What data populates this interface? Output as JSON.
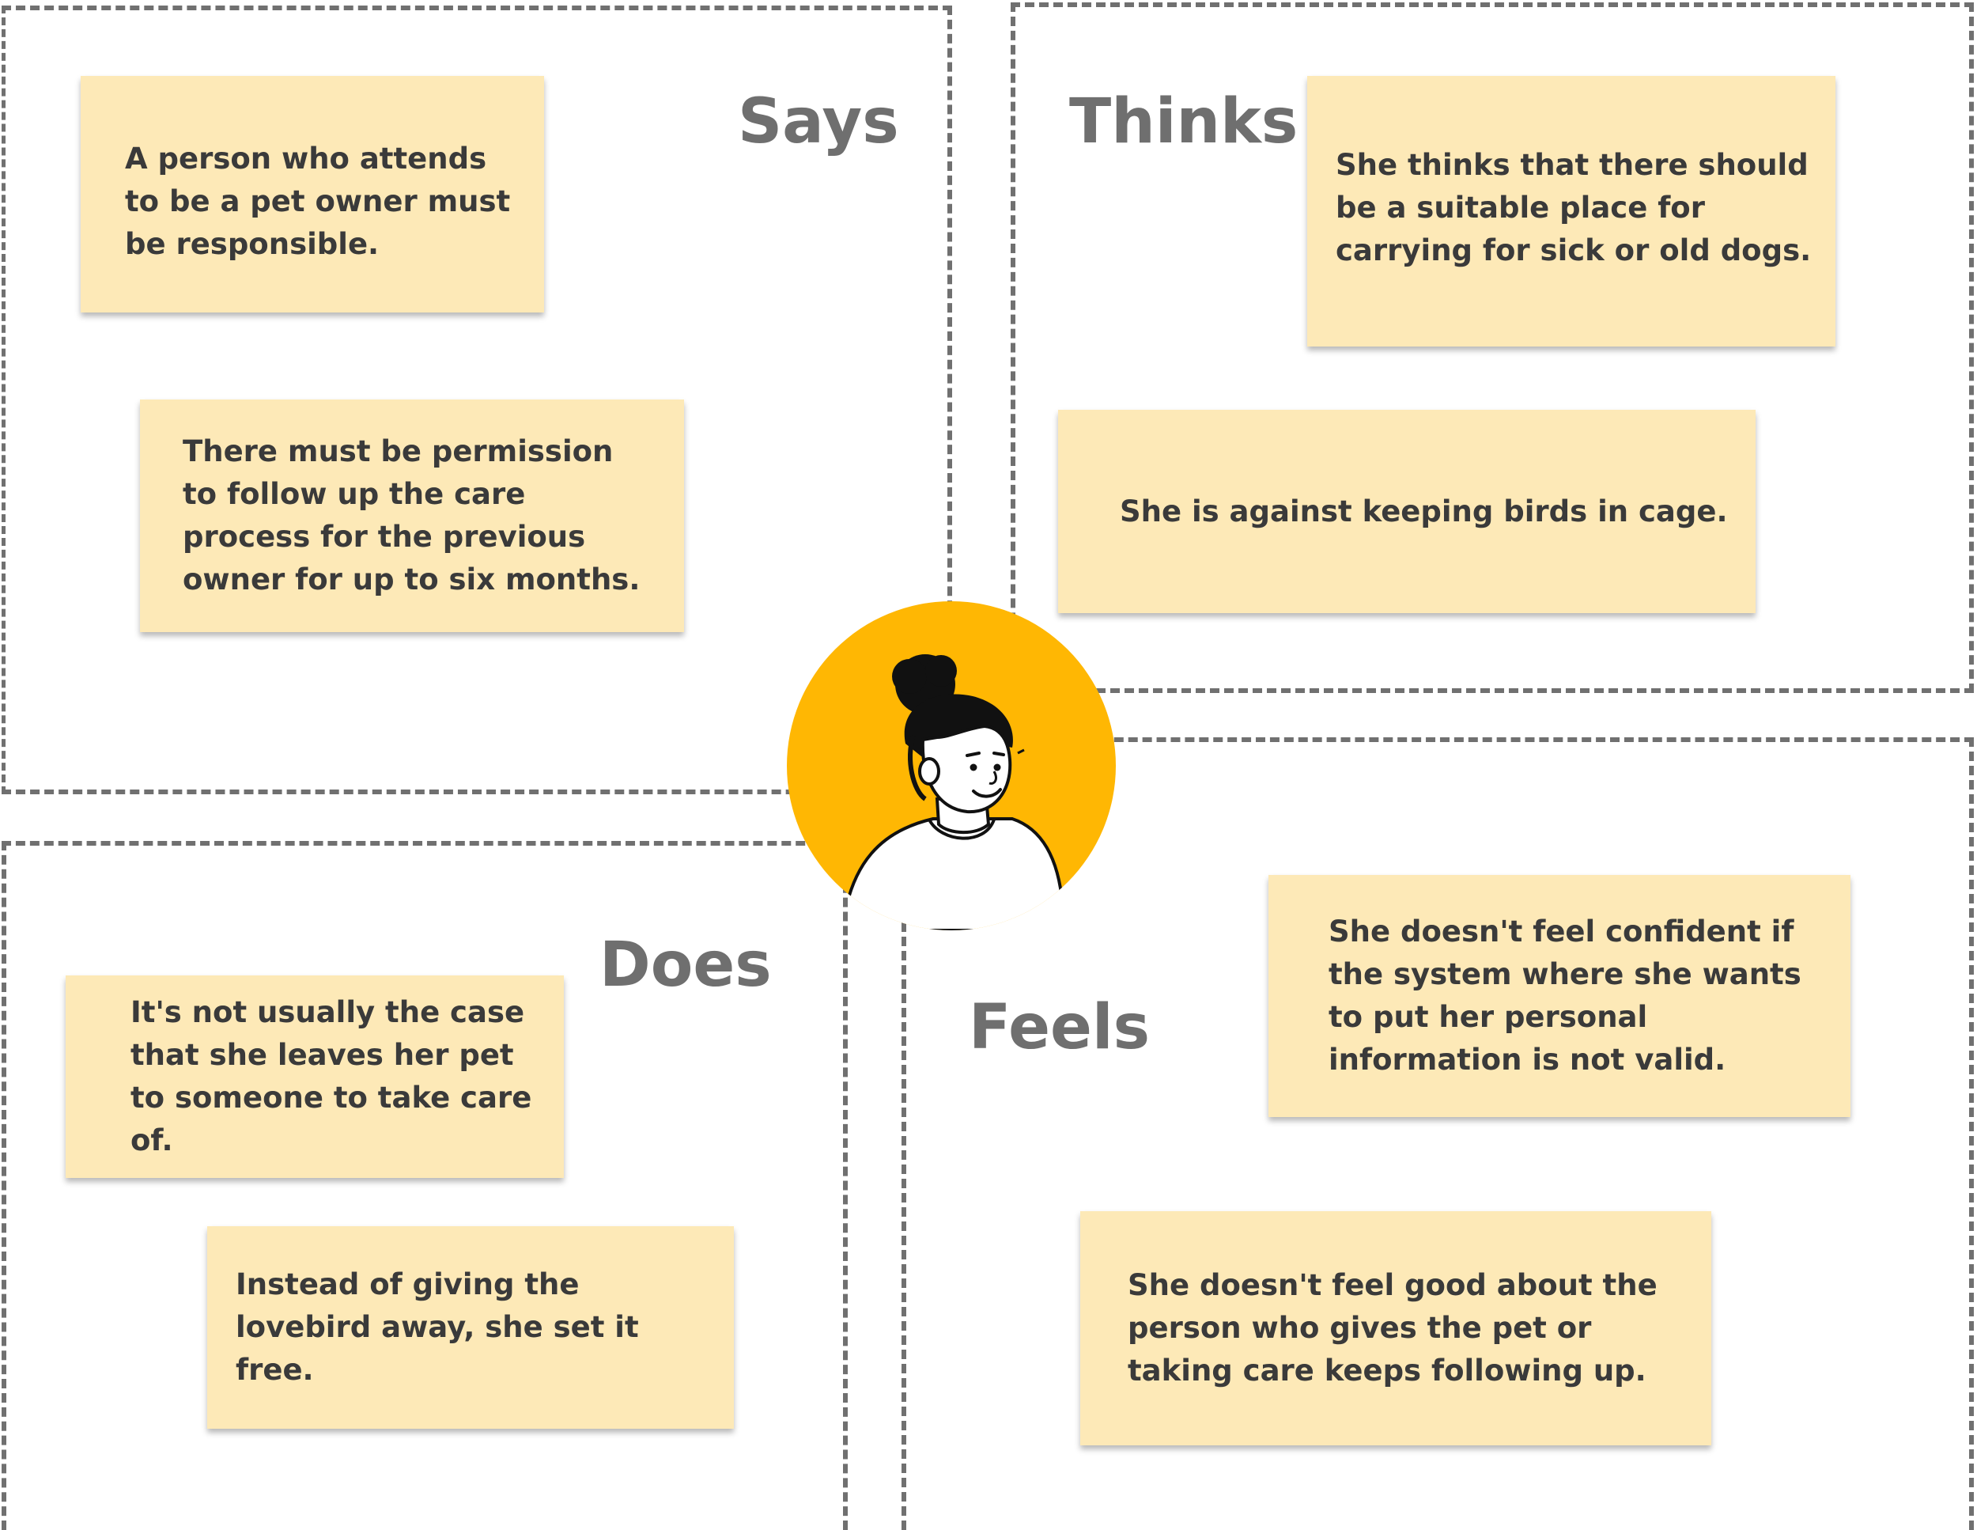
{
  "quadrants": {
    "says": {
      "title": "Says",
      "notes": [
        "A person who attends to be a pet owner must be responsible.",
        "There must be permission to follow up the care process for the previous owner for up to six months."
      ]
    },
    "thinks": {
      "title": "Thinks",
      "notes": [
        "She thinks that there should be a suitable place for carrying for sick or old dogs.",
        "She is against keeping birds in cage."
      ]
    },
    "does": {
      "title": "Does",
      "notes": [
        "It's not usually the case that she leaves her pet to someone to take care of.",
        "Instead of giving the lovebird away, she set it free."
      ]
    },
    "feels": {
      "title": "Feels",
      "notes": [
        "She doesn't feel confident if the system where she wants to put her personal information is not valid.",
        "She doesn't feel good about the person who gives the pet or taking care keeps following up."
      ]
    }
  },
  "colors": {
    "note_background": "#fde9b7",
    "avatar_background": "#ffb703",
    "border": "#707070",
    "title_text": "#6f6f6f"
  },
  "avatar_icon": "person-avatar-icon"
}
